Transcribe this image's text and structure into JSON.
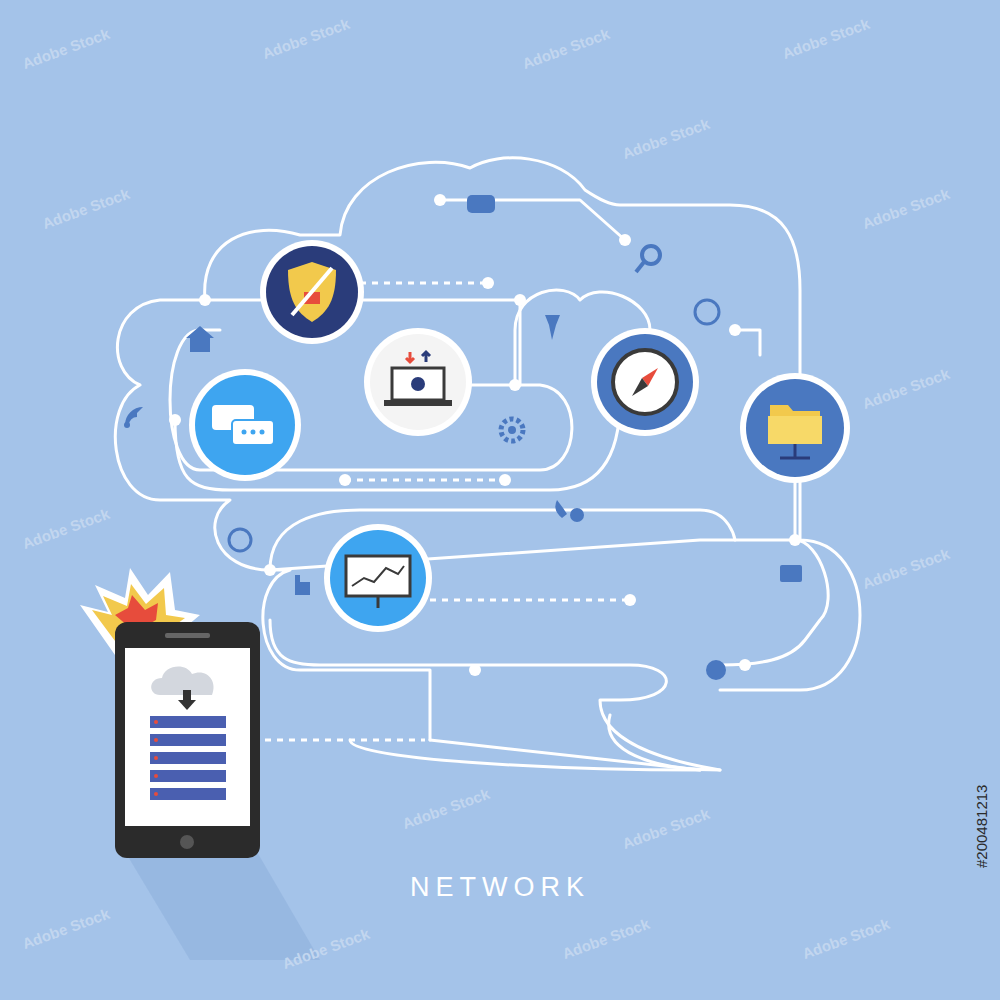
{
  "diagram": {
    "title": "NETWORK",
    "labels": [
      "#200481213",
      "Adobe Stock",
      "Adobe Stock",
      "Adobe Stock",
      "Adobe Stock",
      "Adobe Stock",
      "Adobe Stock",
      "Adobe Stock",
      "Adobe Stock",
      "Adobe Stock",
      "Adobe Stock",
      "Adobe Stock",
      "Adobe Stock",
      "Adobe Stock",
      "Adobe Stock",
      "Adobe Stock",
      "Adobe Stock"
    ]
  }
}
